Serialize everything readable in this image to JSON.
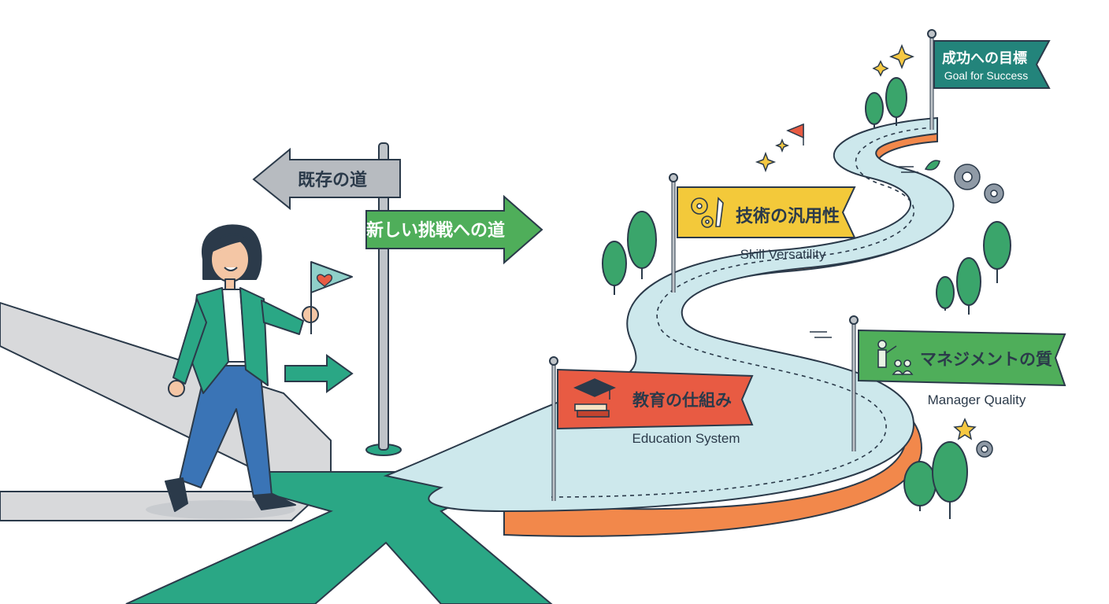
{
  "signpost": {
    "existing_road": "既存の道",
    "new_road": "新しい挑戦への道"
  },
  "goal": {
    "jp": "成功への目標",
    "en": "Goal for Success"
  },
  "milestones": [
    {
      "jp": "技術の汎用性",
      "en": "Skill Versatility",
      "icon": "gears-wrench-icon"
    },
    {
      "jp": "マネジメントの質",
      "en": "Manager Quality",
      "icon": "manager-team-icon"
    },
    {
      "jp": "教育の仕組み",
      "en": "Education System",
      "icon": "graduation-cap-books-icon"
    }
  ],
  "colors": {
    "teal_road": "#2aa785",
    "grey_road": "#d8d9db",
    "winding_road": "#cde8ec",
    "road_side": "#f2884b",
    "goal_flag": "#23847b",
    "skill_flag": "#f3c93a",
    "manager_flag": "#4fae5a",
    "education_flag": "#e85b43",
    "outline": "#2b3a4a"
  }
}
